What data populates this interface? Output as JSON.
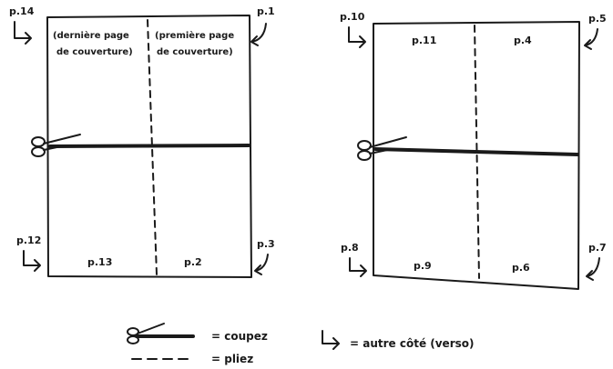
{
  "left_sheet": {
    "corner_labels": {
      "top_left": "p.14",
      "top_right": "p.1",
      "bottom_left": "p.12",
      "bottom_right": "p.3"
    },
    "inner_labels": {
      "top_left_line1": "(dernière page",
      "top_left_line2": "de couverture)",
      "top_right_line1": "(première page",
      "top_right_line2": "de couverture)",
      "bottom_left": "p.13",
      "bottom_right": "p.2"
    }
  },
  "right_sheet": {
    "corner_labels": {
      "top_left": "p.10",
      "top_right": "p.5",
      "bottom_left": "p.8",
      "bottom_right": "p.7"
    },
    "inner_labels": {
      "top_left": "p.11",
      "top_right": "p.4",
      "bottom_left": "p.9",
      "bottom_right": "p.6"
    }
  },
  "legend": {
    "cut": "= coupez",
    "fold": "= pliez",
    "verso": "= autre côté (verso)"
  }
}
